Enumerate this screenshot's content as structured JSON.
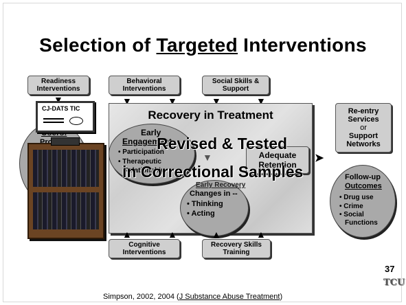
{
  "title_pre": "Selection of ",
  "title_underlined": "Targeted",
  "title_post": " Interventions",
  "boxes": {
    "readiness": "Readiness Interventions",
    "behavioral": "Behavioral Interventions",
    "social": "Social Skills & Support",
    "cognitive": "Cognitive Interventions",
    "recovery_skills": "Recovery Skills Training",
    "reentry_1": "Re-entry",
    "reentry_2": "Services",
    "reentry_3": "or",
    "reentry_4": "Support",
    "reentry_5": "Networks"
  },
  "tic_label": "CJ-DATS TIC",
  "users_label": "Users:",
  "users_sub": "Pro",
  "main_title": "Recovery in Treatment",
  "early": {
    "line1": "Early",
    "line2": "Engagement",
    "b1": "• Participation",
    "b2": "• Therapeutic",
    "b3": "Relationship"
  },
  "retention": {
    "line1": "Adequate",
    "line2": "Retention"
  },
  "changes": {
    "head": "Early Recovery",
    "line1": "Changes in --",
    "b1": "• Thinking",
    "b2": "• Acting"
  },
  "followup": {
    "line1": "Follow-up",
    "line2": "Outcomes",
    "b1": "• Drug use",
    "b2": "• Crime",
    "b3": "• Social",
    "b4": "Functions"
  },
  "overlay_1": "Revised & Tested",
  "overlay_2": "in Correctional Samples",
  "slide_number": "37",
  "citation_pre": "Simpson, 2002, 2004 (",
  "citation_journal": "J Substance Abuse Treatment",
  "citation_post": ")",
  "logo_text": "TCU"
}
